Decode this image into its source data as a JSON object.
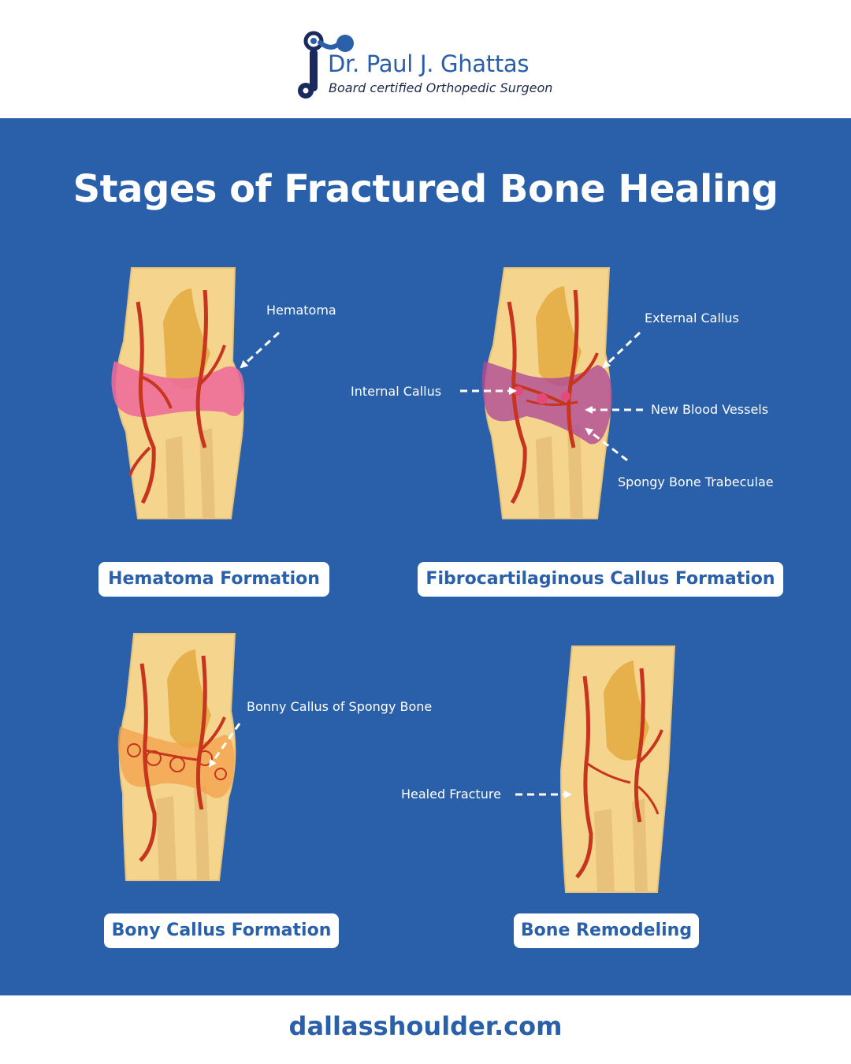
{
  "header": {
    "logo_icon": "orthopedic-bone-logo-icon",
    "brand_name": "Dr. Paul J. Ghattas",
    "brand_subtitle": "Board certified Orthopedic Surgeon"
  },
  "main": {
    "title": "Stages of Fractured Bone Healing",
    "stages": [
      {
        "label": "Hematoma Formation",
        "annotations": [
          "Hematoma"
        ]
      },
      {
        "label": "Fibrocartilaginous Callus Formation",
        "annotations": [
          "External Callus",
          "Internal Callus",
          "New Blood Vessels",
          "Spongy Bone Trabeculae"
        ]
      },
      {
        "label": "Bony Callus Formation",
        "annotations": [
          "Bonny Callus of Spongy Bone"
        ]
      },
      {
        "label": "Bone Remodeling",
        "annotations": [
          "Healed Fracture"
        ]
      }
    ]
  },
  "footer": {
    "url": "dallasshoulder.com"
  },
  "colors": {
    "brand_blue": "#2960a9",
    "bone": "#f5d48e",
    "marrow": "#e6b04a",
    "vessel": "#c8351e",
    "hematoma": "#ee6b9a",
    "callus": "#b04a96"
  }
}
